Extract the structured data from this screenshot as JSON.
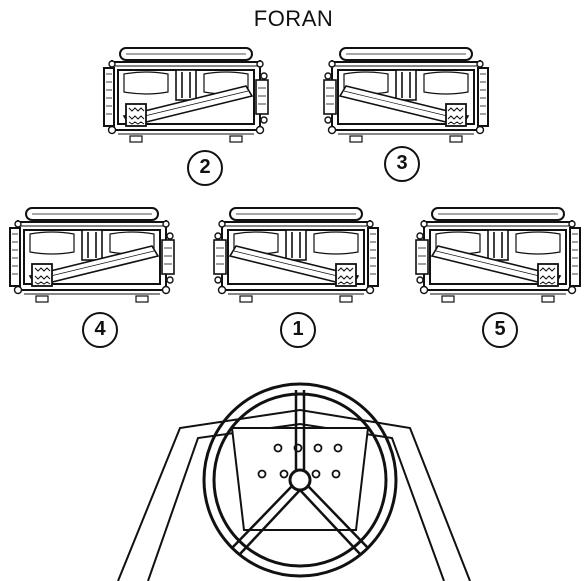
{
  "title": "FORAN",
  "positions": [
    {
      "id": "2",
      "label": "2",
      "facing": "right"
    },
    {
      "id": "3",
      "label": "3",
      "facing": "left"
    },
    {
      "id": "4",
      "label": "4",
      "facing": "right"
    },
    {
      "id": "1",
      "label": "1",
      "facing": "left"
    },
    {
      "id": "5",
      "label": "5",
      "facing": "left"
    }
  ],
  "colors": {
    "line": "#111111",
    "background": "#ffffff"
  }
}
